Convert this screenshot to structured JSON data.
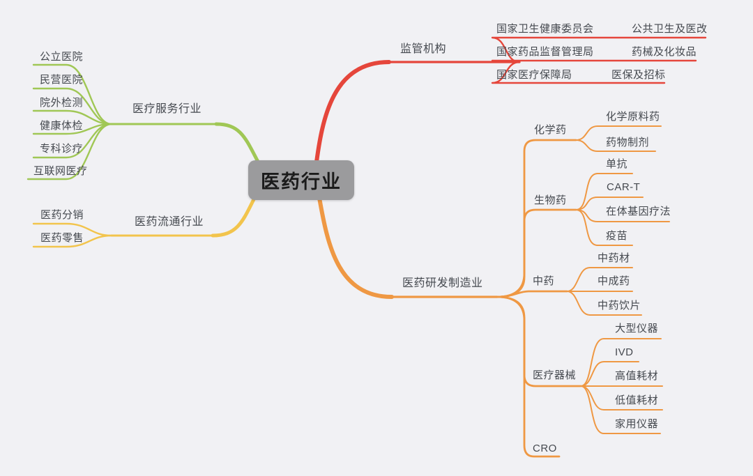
{
  "background": "#F1F1F4",
  "colors": {
    "green": "#A0C755",
    "yellow": "#F2C44C",
    "red": "#E5463B",
    "orange": "#EF9843",
    "node_bg": "#9B9B9D",
    "node_text": "#1B1B1B",
    "text": "#45494F",
    "background": "#F1F1F4"
  },
  "center": {
    "label": "医药行业"
  },
  "branches": [
    {
      "label": "医疗服务行业",
      "color": "#A0C755",
      "children": [
        {
          "label": "公立医院"
        },
        {
          "label": "民营医院"
        },
        {
          "label": "院外检测"
        },
        {
          "label": "健康体检"
        },
        {
          "label": "专科诊疗"
        },
        {
          "label": "互联网医疗"
        }
      ]
    },
    {
      "label": "医药流通行业",
      "color": "#F2C44C",
      "children": [
        {
          "label": "医药分销"
        },
        {
          "label": "医药零售"
        }
      ]
    },
    {
      "label": "监管机构",
      "color": "#E5463B",
      "children": [
        {
          "label": "国家卫生健康委员会",
          "children": [
            {
              "label": "公共卫生及医改"
            }
          ]
        },
        {
          "label": "国家药品监督管理局",
          "children": [
            {
              "label": "药械及化妆品"
            }
          ]
        },
        {
          "label": "国家医疗保障局",
          "children": [
            {
              "label": "医保及招标"
            }
          ]
        }
      ]
    },
    {
      "label": "医药研发制造业",
      "color": "#EF9843",
      "children": [
        {
          "label": "化学药",
          "children": [
            {
              "label": "化学原料药"
            },
            {
              "label": "药物制剂"
            }
          ]
        },
        {
          "label": "生物药",
          "children": [
            {
              "label": "单抗"
            },
            {
              "label": "CAR-T"
            },
            {
              "label": "在体基因疗法"
            },
            {
              "label": "疫苗"
            }
          ]
        },
        {
          "label": "中药",
          "children": [
            {
              "label": "中药材"
            },
            {
              "label": "中成药"
            },
            {
              "label": "中药饮片"
            }
          ]
        },
        {
          "label": "医疗器械",
          "children": [
            {
              "label": "大型仪器"
            },
            {
              "label": "IVD"
            },
            {
              "label": "高值耗材"
            },
            {
              "label": "低值耗材"
            },
            {
              "label": "家用仪器"
            }
          ]
        },
        {
          "label": "CRO",
          "children": []
        }
      ]
    }
  ]
}
